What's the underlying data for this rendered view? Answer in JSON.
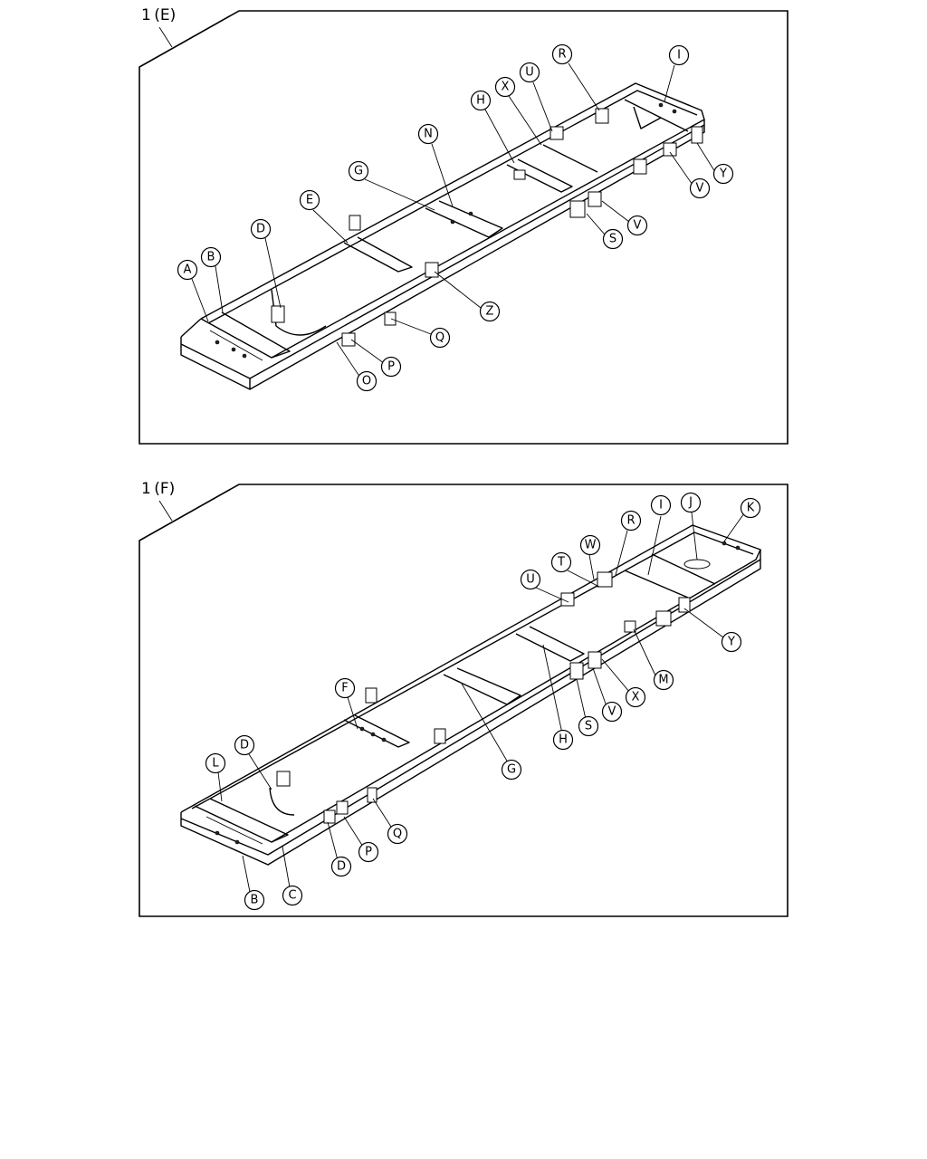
{
  "panels": [
    {
      "id": "E",
      "label": "1 (E)",
      "callouts": [
        "A",
        "B",
        "D",
        "E",
        "G",
        "N",
        "H",
        "X",
        "U",
        "R",
        "I",
        "Y",
        "V",
        "V",
        "S",
        "Z",
        "Q",
        "P",
        "O"
      ]
    },
    {
      "id": "F",
      "label": "1 (F)",
      "callouts": [
        "I",
        "J",
        "K",
        "R",
        "W",
        "T",
        "U",
        "Y",
        "M",
        "X",
        "V",
        "S",
        "H",
        "G",
        "F",
        "D",
        "L",
        "Q",
        "P",
        "D",
        "C",
        "B"
      ]
    }
  ]
}
